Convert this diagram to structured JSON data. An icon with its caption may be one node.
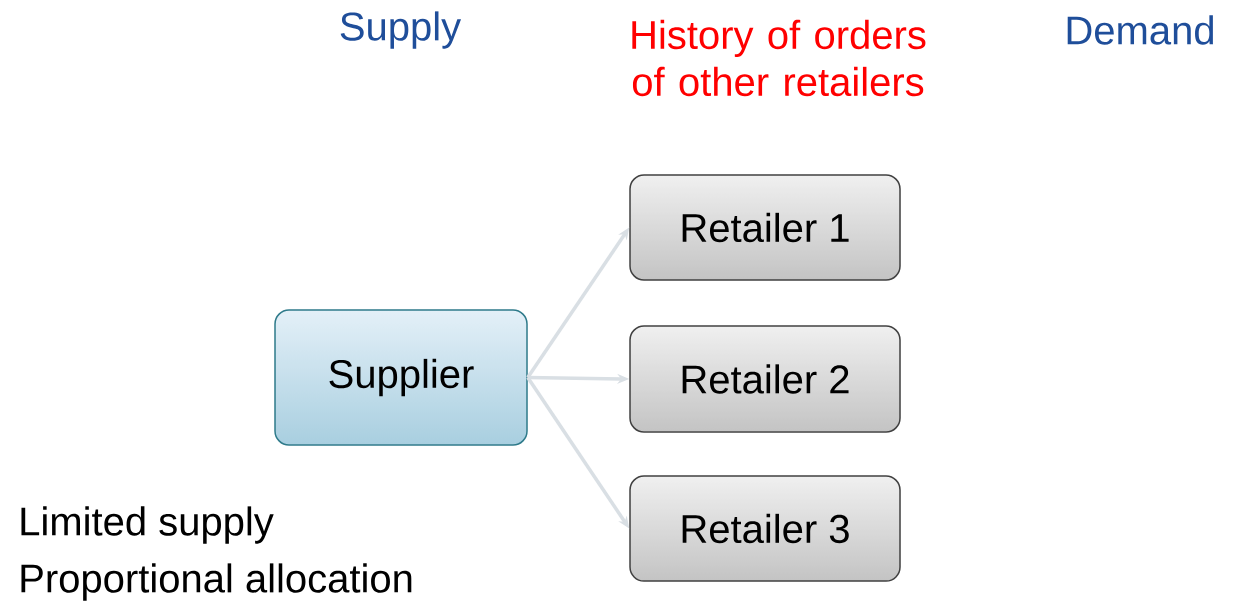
{
  "diagram": {
    "nodes": [
      {
        "text": [
          "Supplier"
        ]
      },
      {
        "text": [
          "Retailer 1"
        ]
      },
      {
        "text": [
          "Retailer 2"
        ]
      },
      {
        "text": [
          "Retailer 3"
        ]
      }
    ],
    "edges": [
      {
        "from": 0,
        "to": 1,
        "arrow": "to"
      },
      {
        "from": 0,
        "to": 2,
        "arrow": "to"
      },
      {
        "from": 0,
        "to": 3,
        "arrow": "to"
      }
    ],
    "labels": [
      "Supply",
      "History of orders of other retailers",
      "Demand",
      "Limited supply",
      "Proportional allocation"
    ]
  }
}
